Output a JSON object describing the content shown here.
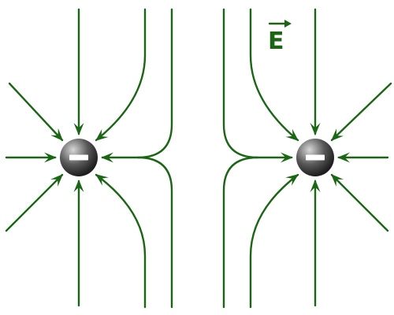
{
  "diagram": {
    "field_label": "E",
    "colors": {
      "field_line": "#1a6614",
      "charge_dark": "#1e1e1e",
      "charge_light": "#d8d8d8",
      "sign": "#ffffff",
      "background": "#ffffff"
    },
    "charges": [
      {
        "name": "left-negative-charge",
        "sign": "−"
      },
      {
        "name": "right-negative-charge",
        "sign": "−"
      }
    ]
  }
}
